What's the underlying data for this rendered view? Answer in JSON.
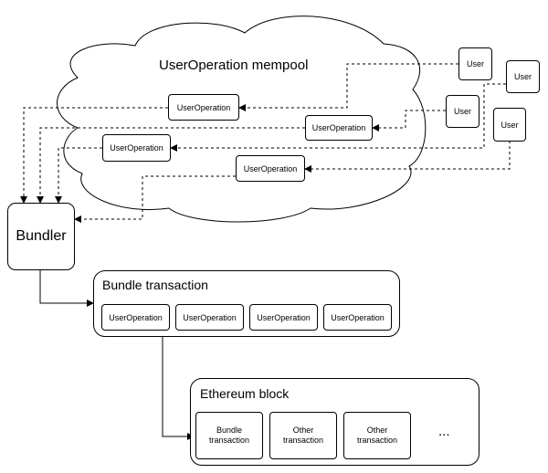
{
  "mempool": {
    "title": "UserOperation mempool",
    "user_operations": [
      "UserOperation",
      "UserOperation",
      "UserOperation",
      "UserOperation"
    ],
    "users": [
      "User",
      "User",
      "User",
      "User"
    ]
  },
  "bundler": {
    "label": "Bundler"
  },
  "bundle_transaction": {
    "title": "Bundle transaction",
    "user_operations": [
      "UserOperation",
      "UserOperation",
      "UserOperation",
      "UserOperation"
    ]
  },
  "ethereum_block": {
    "title": "Ethereum block",
    "items": [
      {
        "line1": "Bundle",
        "line2": "transaction"
      },
      {
        "line1": "Other",
        "line2": "transaction"
      },
      {
        "line1": "Other",
        "line2": "transaction"
      }
    ],
    "ellipsis": "..."
  }
}
